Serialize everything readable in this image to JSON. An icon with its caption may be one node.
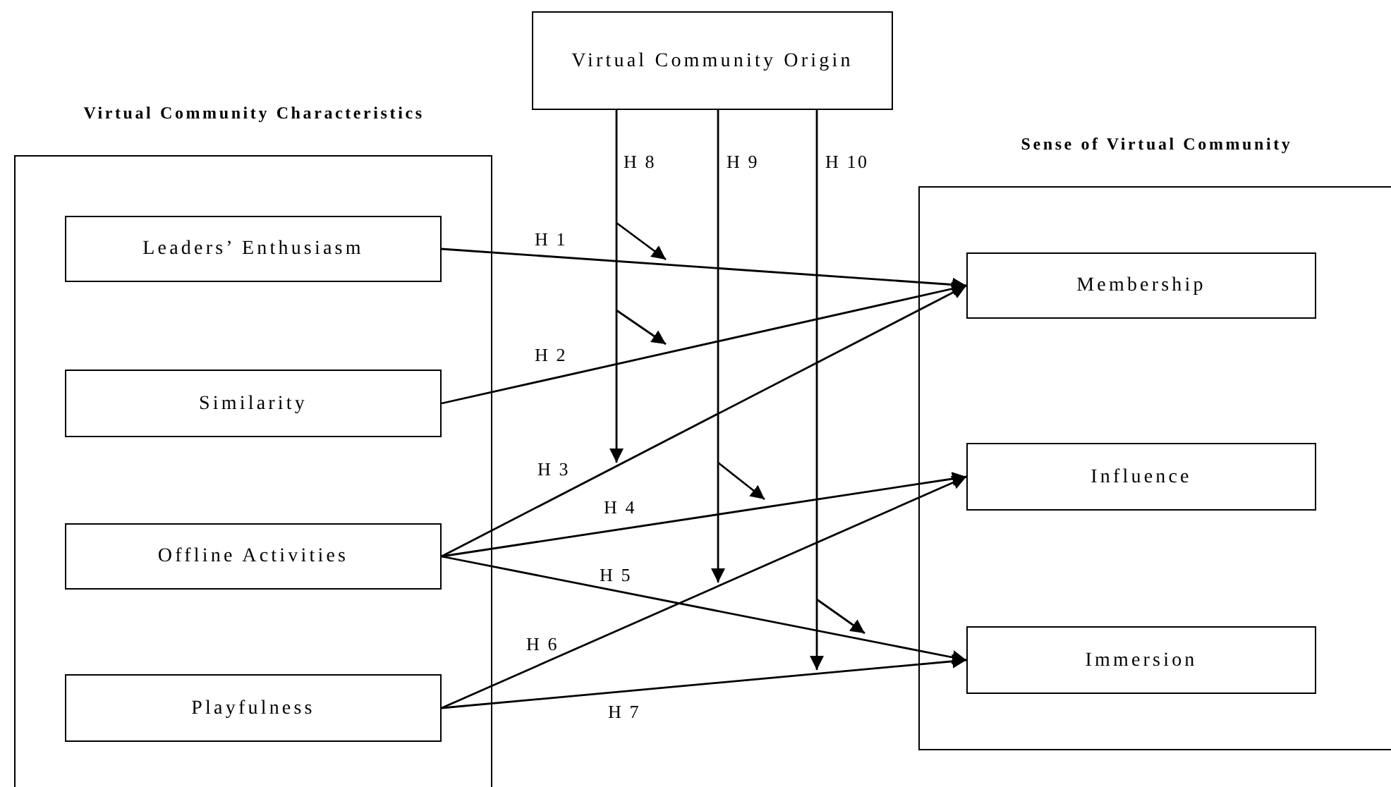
{
  "diagram": {
    "nodes": [
      {
        "text": [
          "Virtual Community Origin"
        ]
      },
      {
        "text": [
          "Virtual Community Characteristics"
        ]
      },
      {
        "text": [
          "Leaders’ Enthusiasm"
        ],
        "in": 1
      },
      {
        "text": [
          "Similarity"
        ],
        "in": 1
      },
      {
        "text": [
          "Offline Activities"
        ],
        "in": 1
      },
      {
        "text": [
          "Playfulness"
        ],
        "in": 1
      },
      {
        "text": [
          "Sense of Virtual Community"
        ]
      },
      {
        "text": [
          "Membership"
        ],
        "in": 6
      },
      {
        "text": [
          "Influence"
        ],
        "in": 6
      },
      {
        "text": [
          "Immersion"
        ],
        "in": 6
      }
    ],
    "edges": [
      {
        "from": 2,
        "to": 7,
        "arrow": "to",
        "label": "H 1"
      },
      {
        "from": 3,
        "to": 7,
        "arrow": "to",
        "label": "H 2"
      },
      {
        "from": 4,
        "to": 7,
        "arrow": "to",
        "label": "H 3"
      },
      {
        "from": 4,
        "to": 8,
        "arrow": "to",
        "label": "H 4"
      },
      {
        "from": 4,
        "to": 9,
        "arrow": "to",
        "label": "H 5"
      },
      {
        "from": 5,
        "to": 8,
        "arrow": "to",
        "label": "H 6"
      },
      {
        "from": 5,
        "to": 9,
        "arrow": "to",
        "label": "H 7"
      },
      {
        "from": 0,
        "to": null,
        "arrow": "to",
        "label": "H 8"
      },
      {
        "from": 0,
        "to": null,
        "arrow": "to",
        "label": "H 9"
      },
      {
        "from": 0,
        "to": null,
        "arrow": "to",
        "label": "H 10"
      }
    ]
  }
}
